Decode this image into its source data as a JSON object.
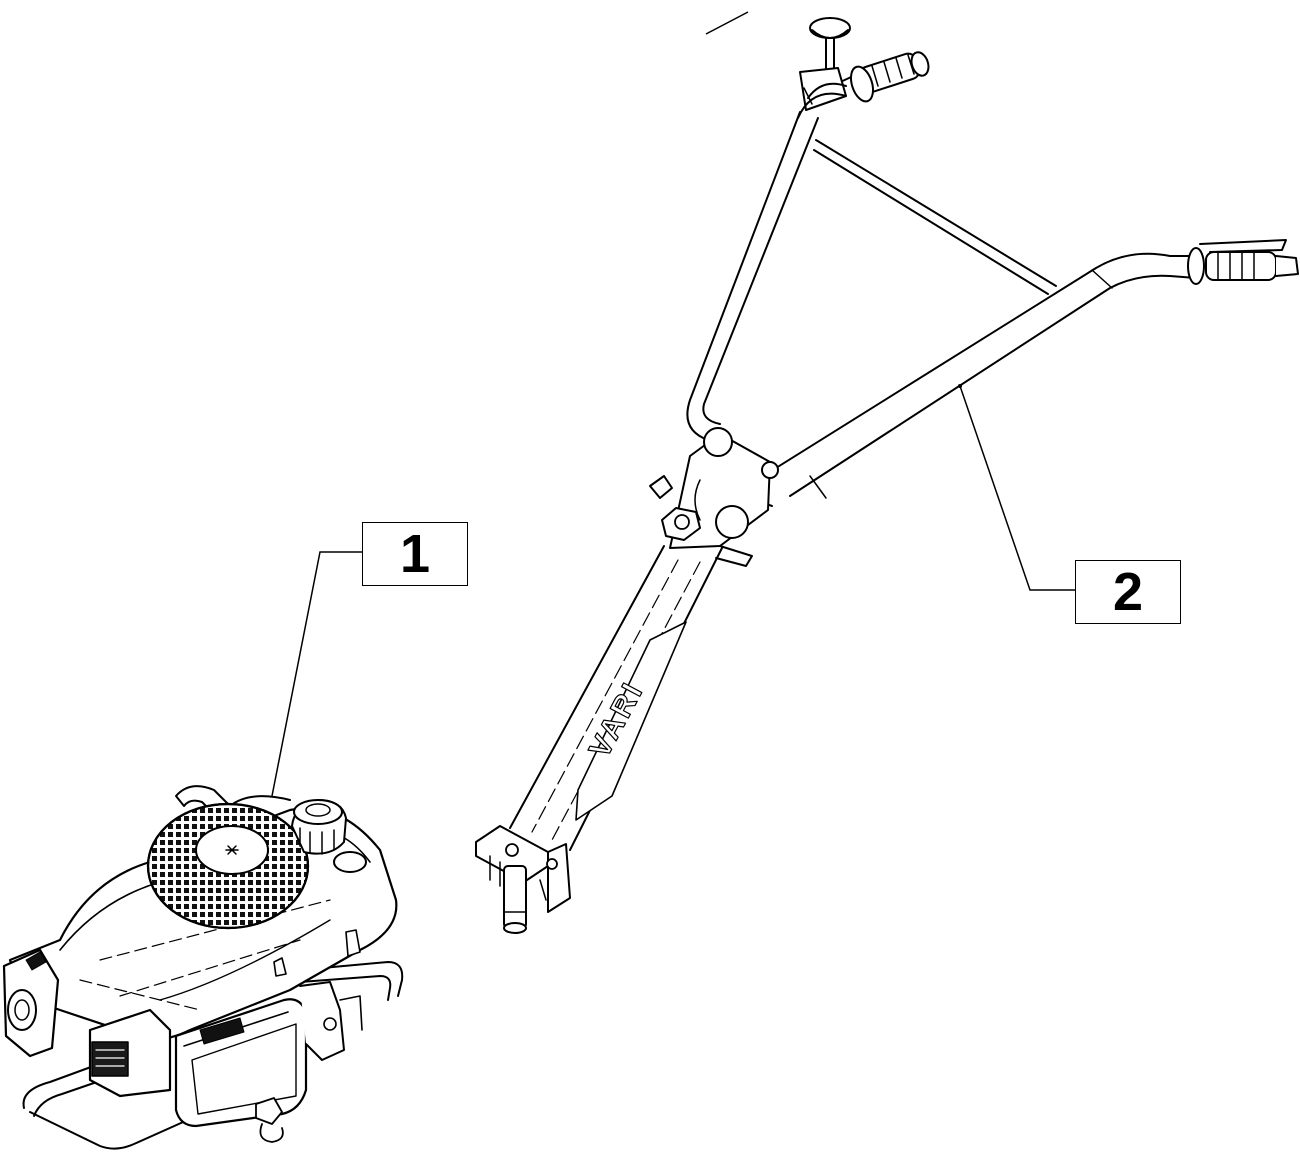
{
  "callouts": [
    {
      "label": "1",
      "part": "engine"
    },
    {
      "label": "2",
      "part": "handlebar"
    }
  ],
  "branding": {
    "handle_text": "VARI"
  },
  "colors": {
    "ink": "#000000",
    "paper": "#ffffff",
    "shade": "#1a1a1a"
  }
}
